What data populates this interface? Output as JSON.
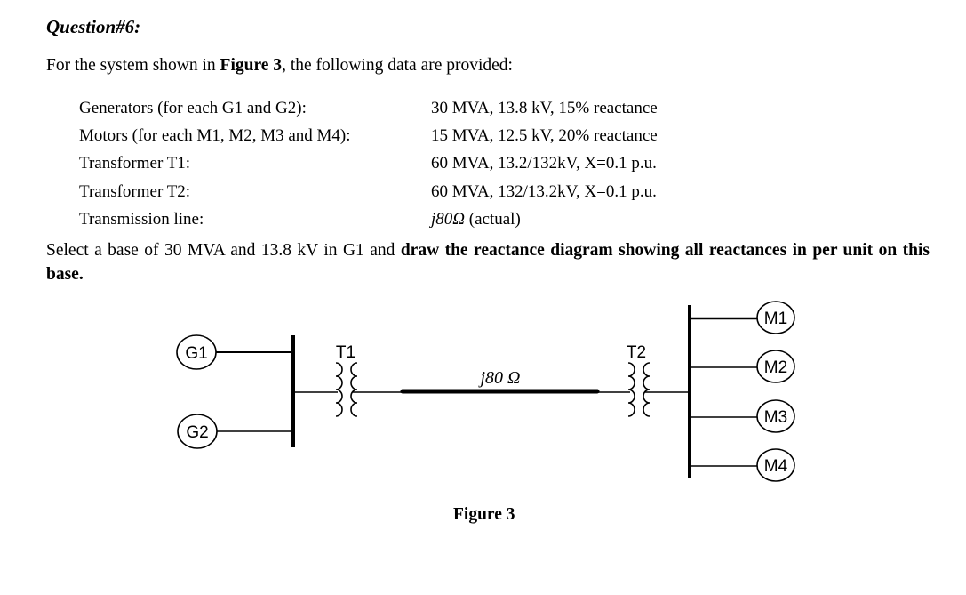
{
  "question": {
    "title": "Question#6:",
    "intro_prefix": "For the system shown in ",
    "intro_bold": "Figure 3",
    "intro_suffix": ", the following data are provided:"
  },
  "data_rows": [
    {
      "label": "Generators (for each G1 and G2):",
      "value": "30 MVA, 13.8 kV, 15% reactance"
    },
    {
      "label": "Motors (for each M1, M2, M3 and M4):",
      "value": "15 MVA, 12.5 kV, 20% reactance"
    },
    {
      "label": "Transformer T1:",
      "value": "60 MVA, 13.2/132kV, X=0.1 p.u."
    },
    {
      "label": "Transformer T2:",
      "value": "60 MVA, 132/13.2kV, X=0.1 p.u."
    },
    {
      "label": "Transmission line:",
      "value_italic": "j80Ω",
      "value": " (actual)"
    }
  ],
  "task": {
    "plain": "Select a base of 30 MVA and 13.8 kV in G1 and ",
    "bold": "draw the reactance diagram showing all reactances in per unit on this base."
  },
  "figure": {
    "caption": "Figure 3",
    "generators": [
      "G1",
      "G2"
    ],
    "motors": [
      "M1",
      "M2",
      "M3",
      "M4"
    ],
    "transformers": [
      "T1",
      "T2"
    ],
    "line_label": "j80 Ω"
  }
}
